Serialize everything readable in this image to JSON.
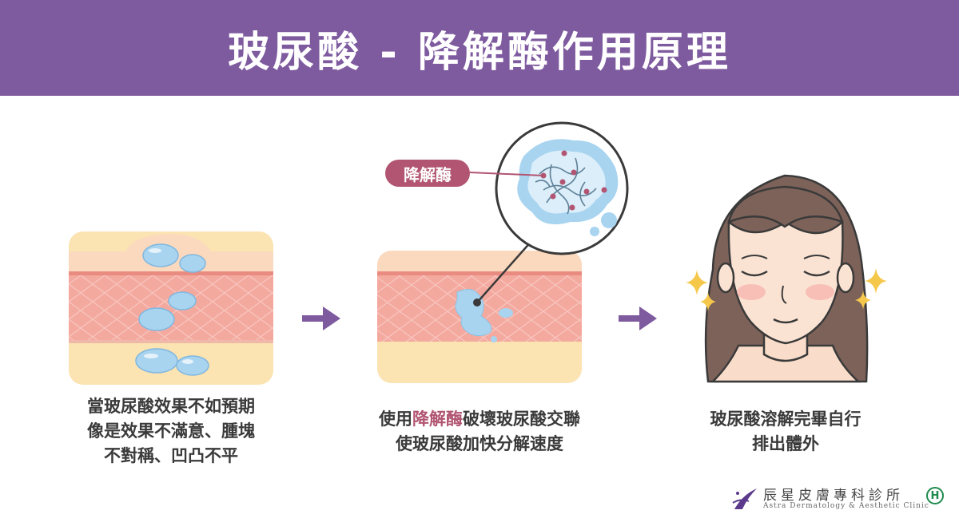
{
  "header": {
    "title": "玻尿酸 - 降解酶作用原理"
  },
  "steps": [
    {
      "caption_lines": [
        "當玻尿酸效果不如預期",
        "像是效果不滿意、腫塊",
        "不對稱、凹凸不平"
      ]
    },
    {
      "caption_prefix": "使用",
      "caption_highlight": "降解酶",
      "caption_suffix": "破壞玻尿酸交聯",
      "caption_line2": "使玻尿酸加快分解速度",
      "tag_label": "降解酶"
    },
    {
      "caption_lines": [
        "玻尿酸溶解完畢自行",
        "排出體外"
      ]
    }
  ],
  "clinic": {
    "name_zh": "辰星皮膚專科診所",
    "name_en": "Astra Dermatology & Aesthetic Clinic",
    "badge": "H"
  },
  "colors": {
    "header": "#7e5a9f",
    "arrow": "#7e5a9f",
    "highlight": "#b15572",
    "skin_pink": "#f4a99f",
    "skin_fat": "#fbe3b2",
    "filler": "#a9d4f0"
  },
  "icons": [
    "right-arrow-icon",
    "sparkle-icon",
    "clinic-logo-icon",
    "hospital-badge-icon"
  ]
}
